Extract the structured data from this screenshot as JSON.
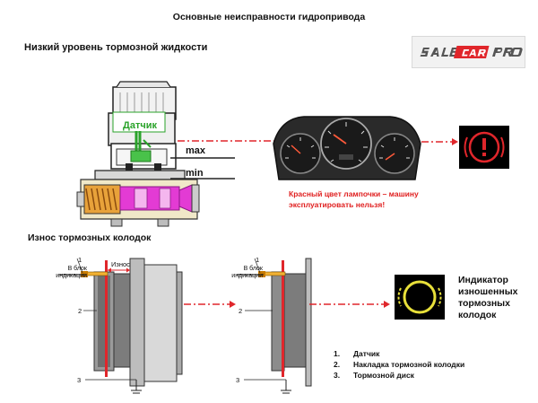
{
  "title": "Основные неисправности гидропривода",
  "logo": {
    "text": "SALE CAR PRO",
    "brand_color": "#e0262b"
  },
  "section1": {
    "heading": "Низкий уровень тормозной жидкости",
    "sensor_label": "Датчик",
    "max_label": "max",
    "min_label": "min",
    "warning_text": "Красный цвет лампочки – машину эксплуатировать нельзя!"
  },
  "section2": {
    "heading": "Износ тормозных колодок",
    "to_block_label": "В блок индикации",
    "wear_label": "Износ",
    "callouts": [
      "1",
      "2",
      "3"
    ],
    "indicator_text": "Индикатор изношенных тормозных колодок"
  },
  "legend": [
    {
      "num": "1.",
      "text": "Датчик"
    },
    {
      "num": "2.",
      "text": "Накладка тормозной колодки"
    },
    {
      "num": "3.",
      "text": "Тормозной диск"
    }
  ],
  "colors": {
    "accent_red": "#e0262b",
    "warning_yellow": "#e8e03a",
    "sensor_green": "#2aa32a",
    "fluid_pink": "#e33bd4"
  }
}
